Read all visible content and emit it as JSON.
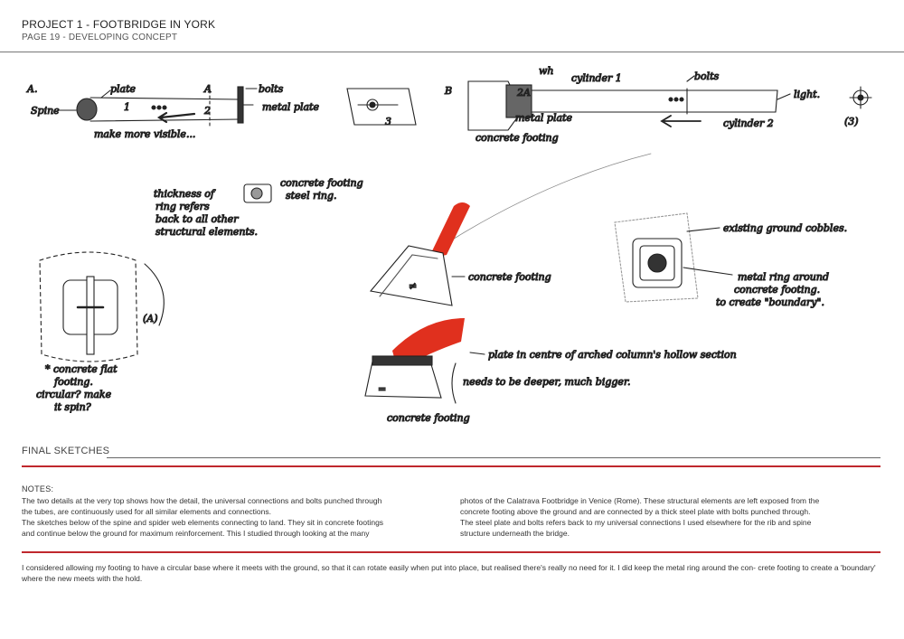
{
  "header": {
    "title": "PROJECT 1 - FOOTBRIDGE IN YORK",
    "subtitle": "PAGE 19 - DEVELOPING CONCEPT"
  },
  "sketch": {
    "detail_a": {
      "letter": "A.",
      "spine": "Spine",
      "plate": "plate",
      "bolts": "bolts",
      "metal_plate": "metal plate",
      "note": "make more visible...",
      "mark_1": "1",
      "mark_2": "2",
      "mark_a": "A",
      "mark_3": "3"
    },
    "detail_b": {
      "letter": "B",
      "wh": "wh",
      "cylinder_1": "cylinder 1",
      "bolts": "bolts",
      "light": "light.",
      "metal_plate": "metal plate",
      "concrete_footing": "concrete footing",
      "cylinder_2": "cylinder 2",
      "mark_2a": "2A",
      "mark_3": "(3)"
    },
    "ring_note": {
      "line1": "thickness of",
      "line2": "ring refers",
      "line3": "back to all other",
      "line4": "structural elements.",
      "callout1": "concrete footing",
      "callout2": "steel ring."
    },
    "left_plan": {
      "mark": "(A)",
      "note1": "* concrete flat",
      "note2": "footing.",
      "note3": "circular? make",
      "note4": "it spin?"
    },
    "footing_1": {
      "label": "concrete footing"
    },
    "plan_right": {
      "label1": "existing ground cobbles.",
      "label2": "metal ring around",
      "label3": "concrete footing.",
      "label4": "to create \"boundary\"."
    },
    "footing_2": {
      "label1": "plate in centre of arched column's hollow section",
      "label2": "needs to be deeper, much bigger.",
      "label3": "concrete footing"
    }
  },
  "section_title": "FINAL SKETCHES",
  "notes": {
    "heading": "NOTES:",
    "col1": [
      "The two details at the very top shows how the detail, the universal connections and bolts punched through",
      "the tubes, are continuously used for all similar elements and connections.",
      "The sketches below of the spine and spider web elements connecting to land. They sit in concrete footings",
      "and continue below the ground for maximum reinforcement. This I studied through looking at the many"
    ],
    "col2": [
      "photos of the Calatrava Footbridge in Venice (Rome). These structural elements are left exposed from the",
      "concrete footing above the ground and are connected by a thick steel plate with bolts punched through.",
      "The steel plate and bolts refers back to my universal connections I used elsewhere for the rib and spine",
      "structure underneath the bridge."
    ]
  },
  "conclusion": [
    "I considered allowing my footing to have a circular base where it meets with the ground, so that it can rotate easily when put into place, but realised there's really no need for it. I did keep the metal ring around the con-",
    "crete footing to create a 'boundary' where the new meets with the hold."
  ],
  "colors": {
    "accent_red": "#c0282d",
    "sketch_red": "#e0301e",
    "ink": "#222222"
  }
}
